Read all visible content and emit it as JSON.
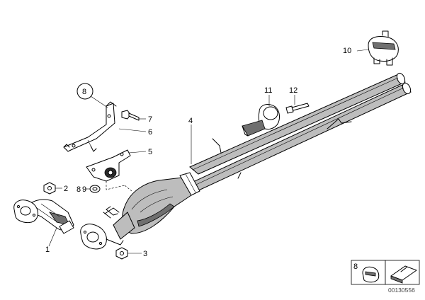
{
  "callouts": {
    "p1": "1",
    "p2": "2",
    "p3": "3",
    "p4": "4",
    "p5": "5",
    "p6": "6",
    "p7": "7",
    "p8_circled": "8",
    "p8_inline": "8",
    "p9": "9",
    "p10": "10",
    "p11": "11",
    "p12": "12",
    "inset_8": "8"
  },
  "drawing_number": "00130556"
}
